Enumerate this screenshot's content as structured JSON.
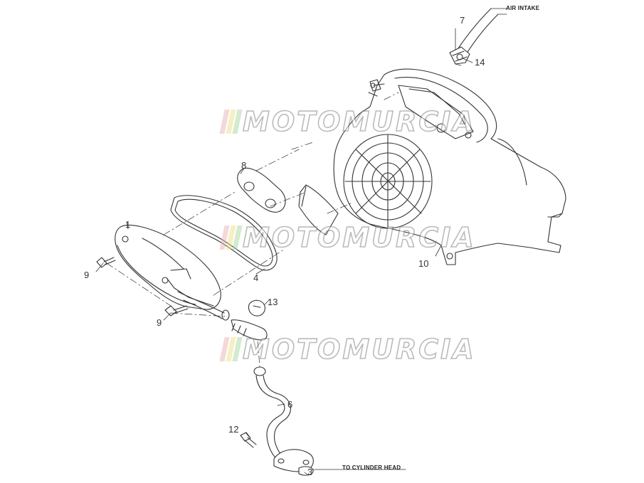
{
  "callouts": [
    {
      "id": "c1",
      "label": "1"
    },
    {
      "id": "c3",
      "label": "3"
    },
    {
      "id": "c4",
      "label": "4"
    },
    {
      "id": "c6",
      "label": "6"
    },
    {
      "id": "c7",
      "label": "7"
    },
    {
      "id": "c8",
      "label": "8"
    },
    {
      "id": "c9a",
      "label": "9"
    },
    {
      "id": "c9b",
      "label": "9"
    },
    {
      "id": "c10",
      "label": "10"
    },
    {
      "id": "c12",
      "label": "12"
    },
    {
      "id": "c13",
      "label": "13"
    },
    {
      "id": "c14",
      "label": "14"
    }
  ],
  "annotations": {
    "air_intake": "AIR INTAKE",
    "to_cylinder_head": "TO CYLINDER HEAD"
  },
  "watermark": {
    "text": "MOTOMURCIA",
    "stripe_colors": [
      "#e8b4b4",
      "#f0e08a",
      "#a8d8a0"
    ]
  },
  "colors": {
    "line": "#333333",
    "background": "#ffffff"
  }
}
